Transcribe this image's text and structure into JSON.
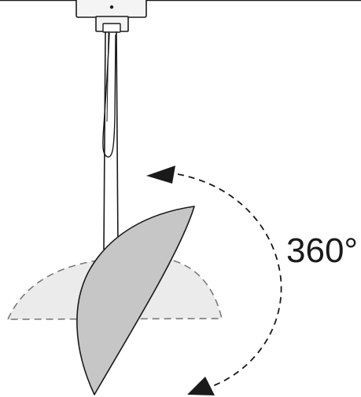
{
  "rotation_label": "360°",
  "colors": {
    "line": "#1a1a1a",
    "shade_front": "#c6c6c6",
    "shade_inner": "#9a9a9a",
    "ghost_fill": "#ebebeb",
    "ghost_line": "#7a7a7a",
    "mount_fill": "#f4f4f4"
  },
  "icons": {
    "rotate_arrow": "dashed-curved-double-arrow",
    "mount": "ceiling-track-adapter"
  }
}
